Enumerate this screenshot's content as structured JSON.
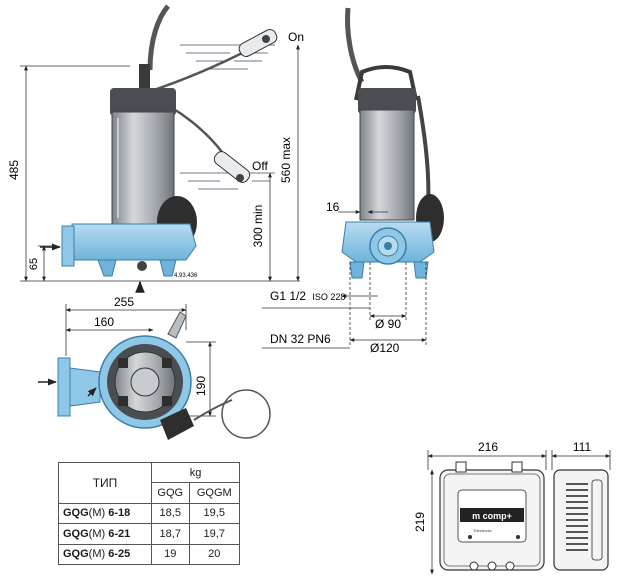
{
  "pump_drawing": {
    "dim_height_total": "485",
    "dim_inlet_height": "65",
    "dim_max_level": "560 max",
    "dim_min_level": "300 min",
    "float_on": "On",
    "float_off": "Off",
    "drawing_code": "4.93.436",
    "dim_16": "16"
  },
  "connections": {
    "thread": "G1 1/2",
    "thread_std": "ISO 228",
    "flange": "DN 32 PN6",
    "dia_90": "Ø 90",
    "dia_120": "Ø120"
  },
  "plan_view": {
    "dim_255": "255",
    "dim_160": "160",
    "dim_190": "190"
  },
  "controller": {
    "width": "216",
    "depth": "111",
    "height": "219",
    "brand": "m comp+",
    "brand_small": "Electronic"
  },
  "table": {
    "header_type": "ТИП",
    "header_unit": "kg",
    "col_a": "GQG",
    "col_b": "GQGM",
    "rows": [
      {
        "model_bold": "GQG",
        "model_mid": "(M) ",
        "model_end": "6-18",
        "a": "18,5",
        "b": "19,5"
      },
      {
        "model_bold": "GQG",
        "model_mid": "(M) ",
        "model_end": "6-21",
        "a": "18,7",
        "b": "19,7"
      },
      {
        "model_bold": "GQG",
        "model_mid": "(M) ",
        "model_end": "6-25",
        "a": "19",
        "b": "20"
      }
    ]
  },
  "colors": {
    "pump_blue": "#8ec8e6",
    "motor_grey": "#a9aeb2",
    "dark": "#2a2a2a",
    "water_line": "#6c7a86"
  }
}
